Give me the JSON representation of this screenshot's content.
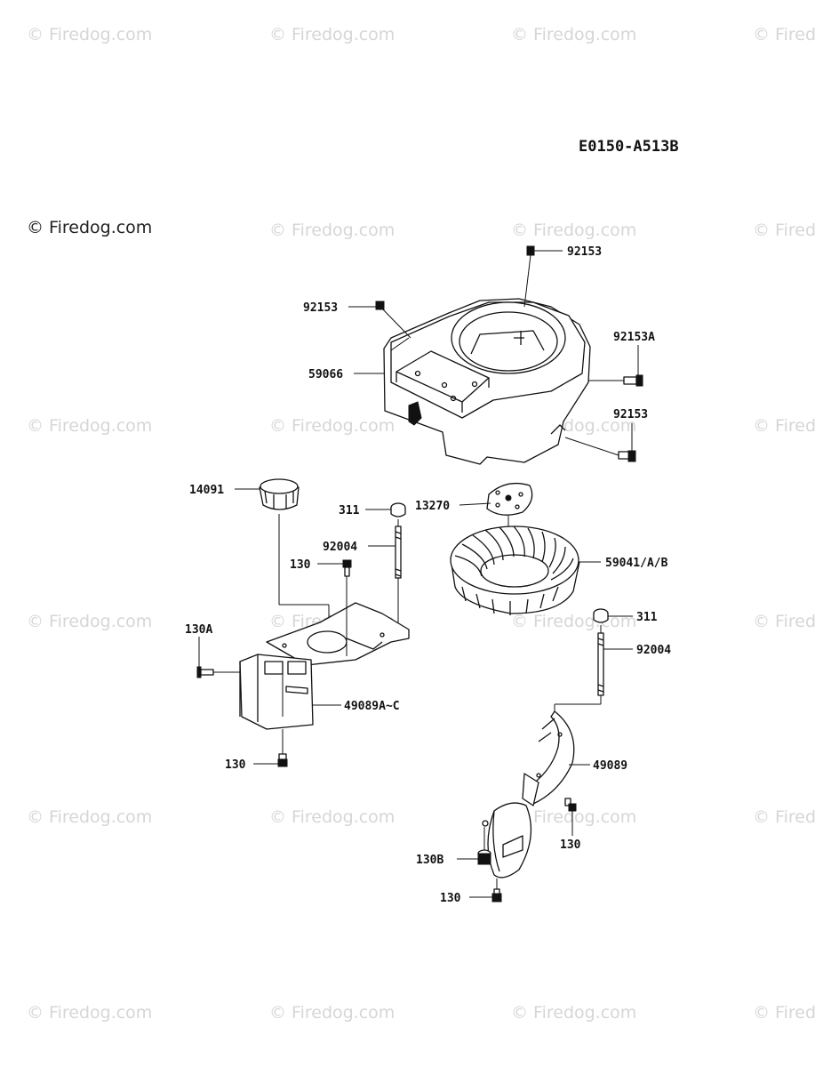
{
  "diagram_code": "E0150-A513B",
  "copyright_mark": "© Firedog.com",
  "watermark_text": "© Firedog.com",
  "labels": {
    "shroud_top_bolt": "92153",
    "shroud_left_bolt": "92153",
    "shroud_right_bolt_a": "92153A",
    "shroud_right_bolt": "92153",
    "housing": "59066",
    "screen": "14091",
    "nut_left": "311",
    "plate": "13270",
    "stud_left": "92004",
    "bolt_left_upper": "130",
    "flywheel_fan": "59041/A/B",
    "bolt_130a": "130A",
    "nut_right": "311",
    "stud_right": "92004",
    "cover_left": "49089A~C",
    "bolt_left_lower": "130",
    "cover_right": "49089",
    "bolt_right": "130",
    "bolt_130b": "130B",
    "bolt_bottom": "130"
  }
}
